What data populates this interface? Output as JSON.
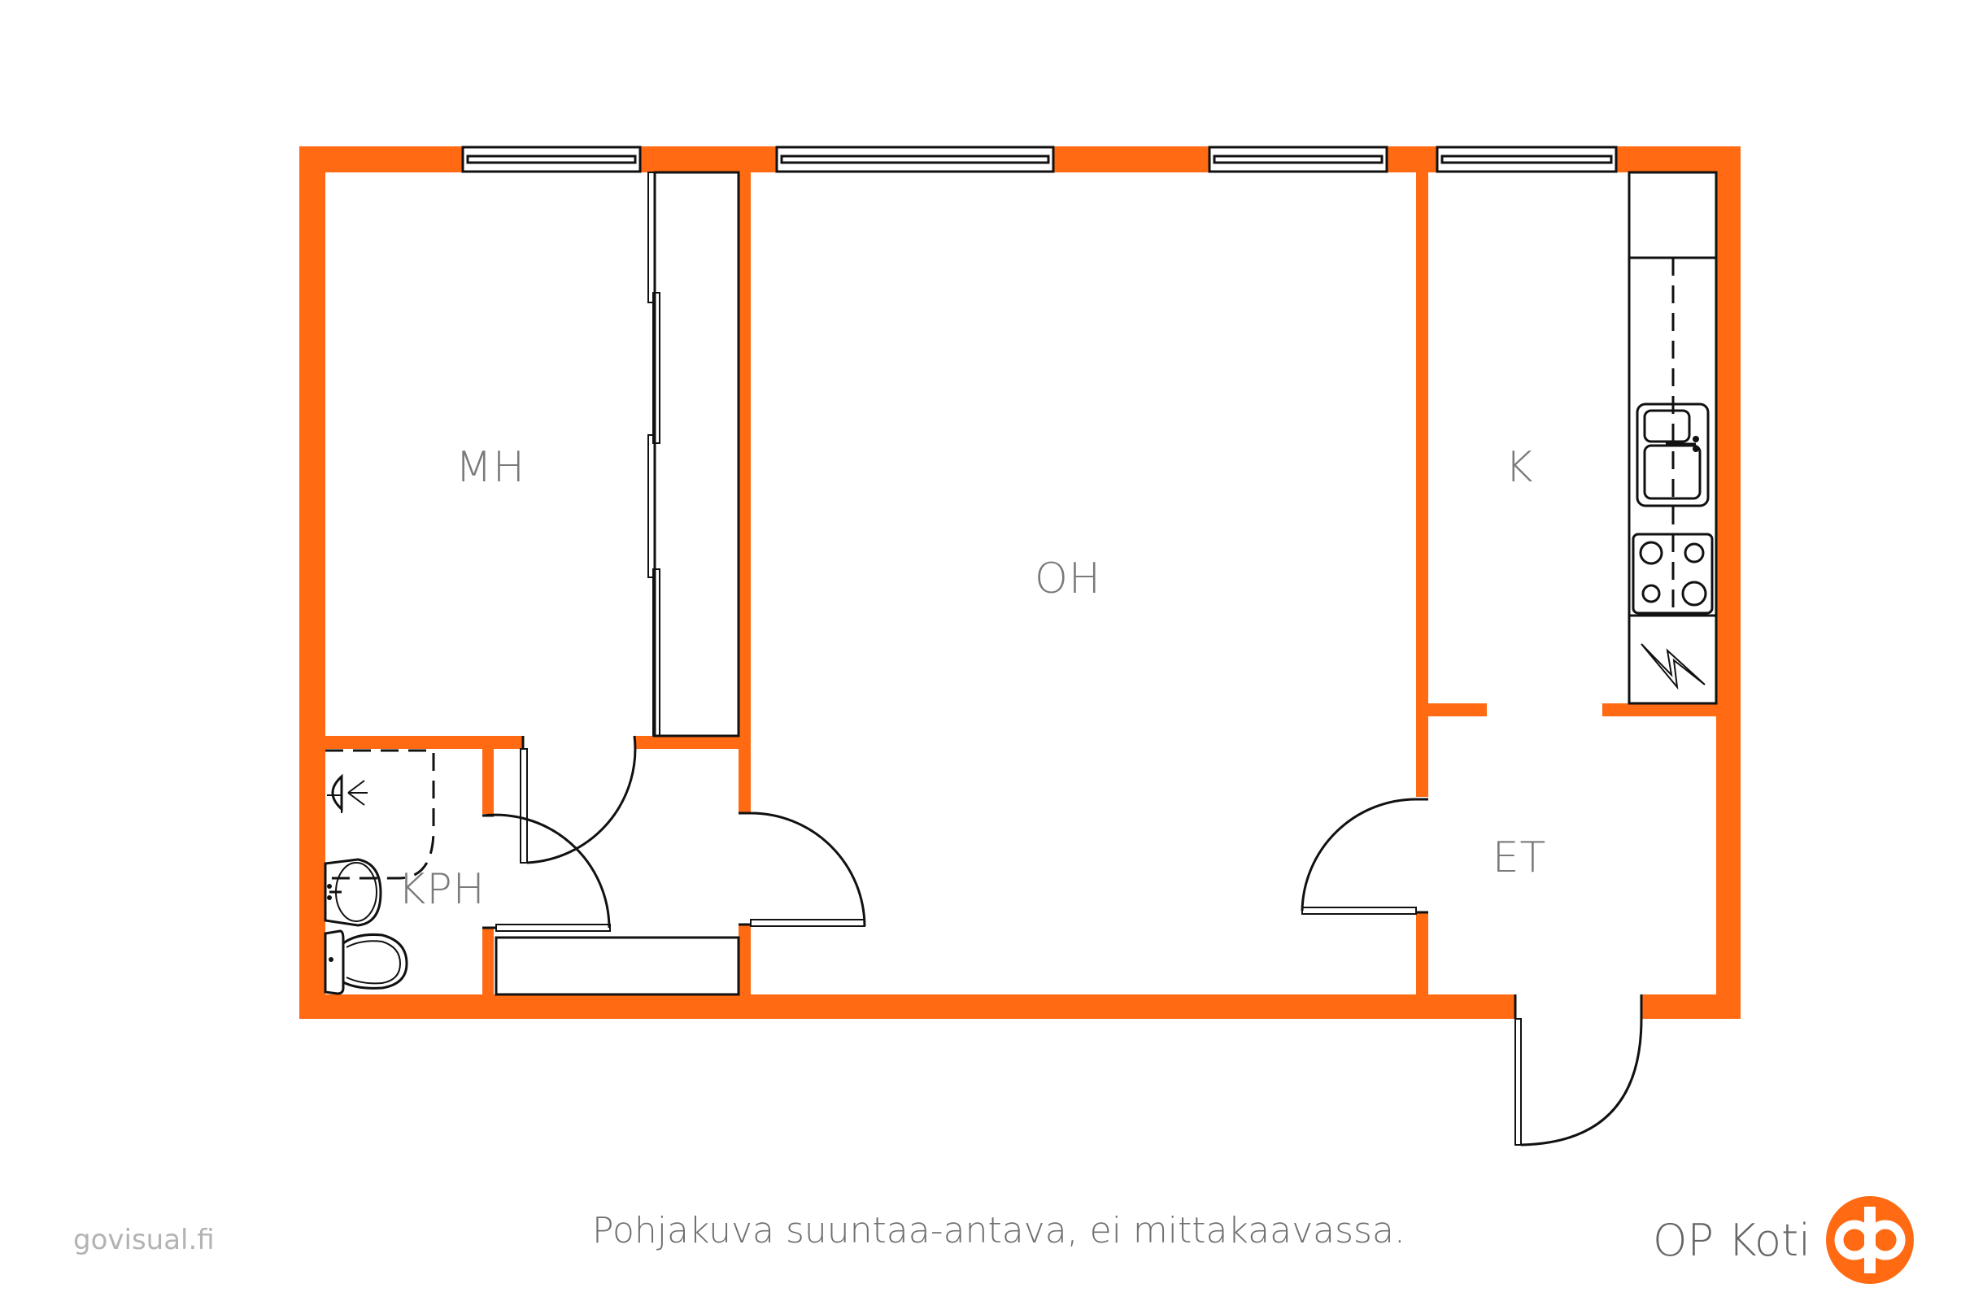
{
  "floorplan": {
    "wall_color": "#FF6A13",
    "line_color": "#111111",
    "label_color": "#7A7A7A",
    "rooms": [
      {
        "id": "mh",
        "label": "MH",
        "meaning": "bedroom"
      },
      {
        "id": "oh",
        "label": "OH",
        "meaning": "living room"
      },
      {
        "id": "k",
        "label": "K",
        "meaning": "kitchen"
      },
      {
        "id": "kph",
        "label": "KPH",
        "meaning": "bathroom"
      },
      {
        "id": "et",
        "label": "ET",
        "meaning": "entrance hall"
      }
    ],
    "fixtures": [
      "shower",
      "washbasin",
      "toilet",
      "wardrobe",
      "kitchen-sink",
      "stove",
      "electric-panel",
      "storage-cabinet"
    ]
  },
  "footer": {
    "site": "govisual.fi",
    "note": "Pohjakuva suuntaa-antava, ei mittakaavassa.",
    "brand": "OP Koti",
    "brand_color": "#FF6A13"
  }
}
